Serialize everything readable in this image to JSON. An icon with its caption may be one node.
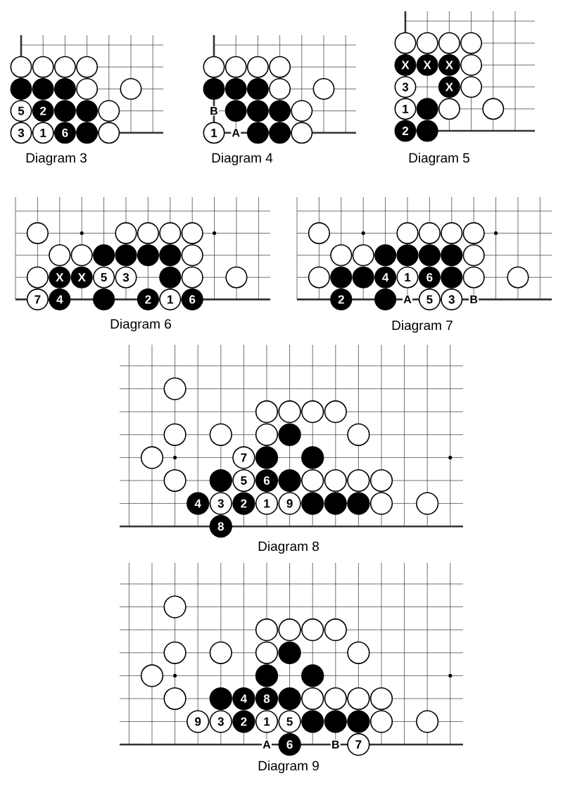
{
  "diagram": {
    "nodes": [
      {
        "text": [
          "5"
        ]
      },
      {
        "text": [
          "2"
        ]
      },
      {
        "text": [
          "3"
        ]
      },
      {
        "text": [
          "1"
        ]
      },
      {
        "text": [
          "6"
        ]
      },
      {
        "text": [
          "1"
        ]
      },
      {
        "text": [
          "X"
        ]
      },
      {
        "text": [
          "X"
        ]
      },
      {
        "text": [
          "X"
        ]
      },
      {
        "text": [
          "3"
        ]
      },
      {
        "text": [
          "X"
        ]
      },
      {
        "text": [
          "1"
        ]
      },
      {
        "text": [
          "2"
        ]
      },
      {
        "text": [
          "X"
        ]
      },
      {
        "text": [
          "X"
        ]
      },
      {
        "text": [
          "5"
        ]
      },
      {
        "text": [
          "3"
        ]
      },
      {
        "text": [
          "7"
        ]
      },
      {
        "text": [
          "4"
        ]
      },
      {
        "text": [
          "2"
        ]
      },
      {
        "text": [
          "1"
        ]
      },
      {
        "text": [
          "6"
        ]
      },
      {
        "text": [
          "4"
        ]
      },
      {
        "text": [
          "1"
        ]
      },
      {
        "text": [
          "6"
        ]
      },
      {
        "text": [
          "2"
        ]
      },
      {
        "text": [
          "5"
        ]
      },
      {
        "text": [
          "3"
        ]
      },
      {
        "text": [
          "7"
        ]
      },
      {
        "text": [
          "5"
        ]
      },
      {
        "text": [
          "6"
        ]
      },
      {
        "text": [
          "4"
        ]
      },
      {
        "text": [
          "3"
        ]
      },
      {
        "text": [
          "2"
        ]
      },
      {
        "text": [
          "1"
        ]
      },
      {
        "text": [
          "9"
        ]
      },
      {
        "text": [
          "8"
        ]
      },
      {
        "text": [
          "4"
        ]
      },
      {
        "text": [
          "8"
        ]
      },
      {
        "text": [
          "9"
        ]
      },
      {
        "text": [
          "3"
        ]
      },
      {
        "text": [
          "2"
        ]
      },
      {
        "text": [
          "1"
        ]
      },
      {
        "text": [
          "5"
        ]
      },
      {
        "text": [
          "6"
        ]
      },
      {
        "text": [
          "7"
        ]
      }
    ],
    "labels": [
      "B",
      "A",
      "Diagram 3",
      "Diagram 4",
      "Diagram 5",
      "A",
      "B",
      "Diagram 6",
      "Diagram 7",
      "Diagram 8",
      "A",
      "B",
      "Diagram 9"
    ]
  }
}
